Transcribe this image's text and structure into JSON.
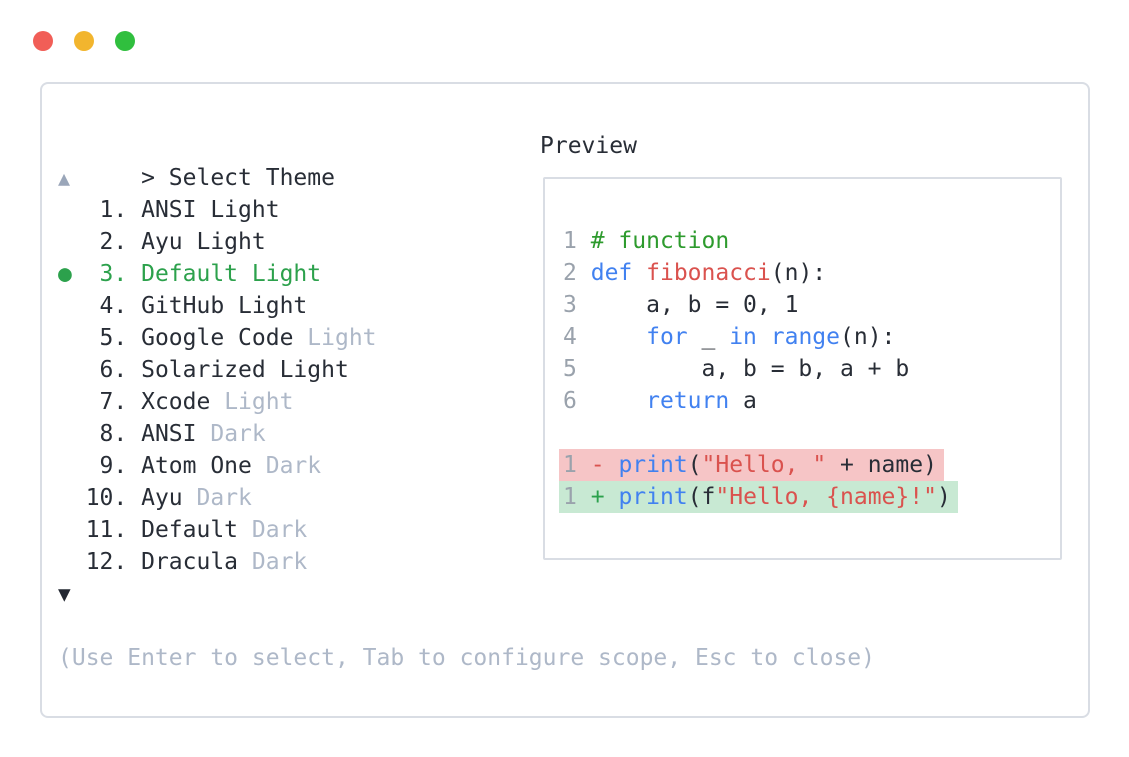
{
  "window": {
    "controls": [
      {
        "name": "close",
        "color": "#f15e57"
      },
      {
        "name": "minimize",
        "color": "#f2b52e"
      },
      {
        "name": "zoom",
        "color": "#30bf3e"
      }
    ]
  },
  "prompt": "> Select Theme",
  "theme_list": {
    "scroll_up_indicator": "▲",
    "scroll_down_indicator": "▼",
    "selection_bullet": "●",
    "items": [
      {
        "number": " 1",
        "name": "ANSI Light",
        "variant": "",
        "selected": false
      },
      {
        "number": " 2",
        "name": "Ayu Light",
        "variant": "",
        "selected": false
      },
      {
        "number": " 3",
        "name": "Default Light",
        "variant": "",
        "selected": true
      },
      {
        "number": " 4",
        "name": "GitHub Light",
        "variant": "",
        "selected": false
      },
      {
        "number": " 5",
        "name": "Google Code",
        "variant": "Light",
        "selected": false
      },
      {
        "number": " 6",
        "name": "Solarized Light",
        "variant": "",
        "selected": false
      },
      {
        "number": " 7",
        "name": "Xcode",
        "variant": "Light",
        "selected": false
      },
      {
        "number": " 8",
        "name": "ANSI",
        "variant": "Dark",
        "selected": false
      },
      {
        "number": " 9",
        "name": "Atom One",
        "variant": "Dark",
        "selected": false
      },
      {
        "number": "10",
        "name": "Ayu",
        "variant": "Dark",
        "selected": false
      },
      {
        "number": "11",
        "name": "Default",
        "variant": "Dark",
        "selected": false
      },
      {
        "number": "12",
        "name": "Dracula",
        "variant": "Dark",
        "selected": false
      }
    ]
  },
  "hint": "(Use Enter to select, Tab to configure scope, Esc to close)",
  "preview": {
    "label": "Preview",
    "code_lines": [
      {
        "number": "1",
        "diff": "",
        "segments": [
          {
            "text": "# function",
            "color": "comment"
          }
        ]
      },
      {
        "number": "2",
        "diff": "",
        "segments": [
          {
            "text": "def",
            "color": "keyword"
          },
          {
            "text": " ",
            "color": "plain"
          },
          {
            "text": "fibonacci",
            "color": "function_name"
          },
          {
            "text": "(n):",
            "color": "plain"
          }
        ]
      },
      {
        "number": "3",
        "diff": "",
        "segments": [
          {
            "text": "    a, b = 0, 1",
            "color": "plain"
          }
        ]
      },
      {
        "number": "4",
        "diff": "",
        "segments": [
          {
            "text": "    ",
            "color": "plain"
          },
          {
            "text": "for",
            "color": "keyword"
          },
          {
            "text": " _ ",
            "color": "plain"
          },
          {
            "text": "in",
            "color": "keyword"
          },
          {
            "text": " ",
            "color": "plain"
          },
          {
            "text": "range",
            "color": "keyword"
          },
          {
            "text": "(n):",
            "color": "plain"
          }
        ]
      },
      {
        "number": "5",
        "diff": "",
        "segments": [
          {
            "text": "        a, b = b, a + b",
            "color": "plain"
          }
        ]
      },
      {
        "number": "6",
        "diff": "",
        "segments": [
          {
            "text": "    ",
            "color": "plain"
          },
          {
            "text": "return",
            "color": "keyword"
          },
          {
            "text": " a",
            "color": "plain"
          }
        ]
      },
      {
        "number": "",
        "diff": "",
        "segments": []
      },
      {
        "number": "1",
        "diff": "removed",
        "segments": [
          {
            "text": "-",
            "color": "diff_minus"
          },
          {
            "text": " ",
            "color": "plain"
          },
          {
            "text": "print",
            "color": "keyword"
          },
          {
            "text": "(",
            "color": "plain"
          },
          {
            "text": "\"Hello, \"",
            "color": "string"
          },
          {
            "text": " + name)",
            "color": "plain"
          }
        ]
      },
      {
        "number": "1",
        "diff": "added",
        "segments": [
          {
            "text": "+",
            "color": "diff_plus"
          },
          {
            "text": " ",
            "color": "plain"
          },
          {
            "text": "print",
            "color": "keyword"
          },
          {
            "text": "(f",
            "color": "plain"
          },
          {
            "text": "\"Hello, {name}!\"",
            "color": "string"
          },
          {
            "text": ")",
            "color": "plain"
          }
        ]
      }
    ]
  },
  "colors": {
    "text": "#282d36",
    "muted": "#aeb8c8",
    "selected_green": "#2ca14c",
    "arrow_up": "#9aa6b9",
    "arrow_down": "#232832",
    "panel_border": "#d9dde4",
    "line_number": "#9aa2ac",
    "comment": "#2e9b2e",
    "keyword": "#4181f0",
    "function_name": "#da524e",
    "string": "#da524e",
    "diff_minus": "#d9534f",
    "diff_plus": "#2ba14c",
    "removed_bg": "#f6c5c6",
    "added_bg": "#c8e9d3"
  }
}
